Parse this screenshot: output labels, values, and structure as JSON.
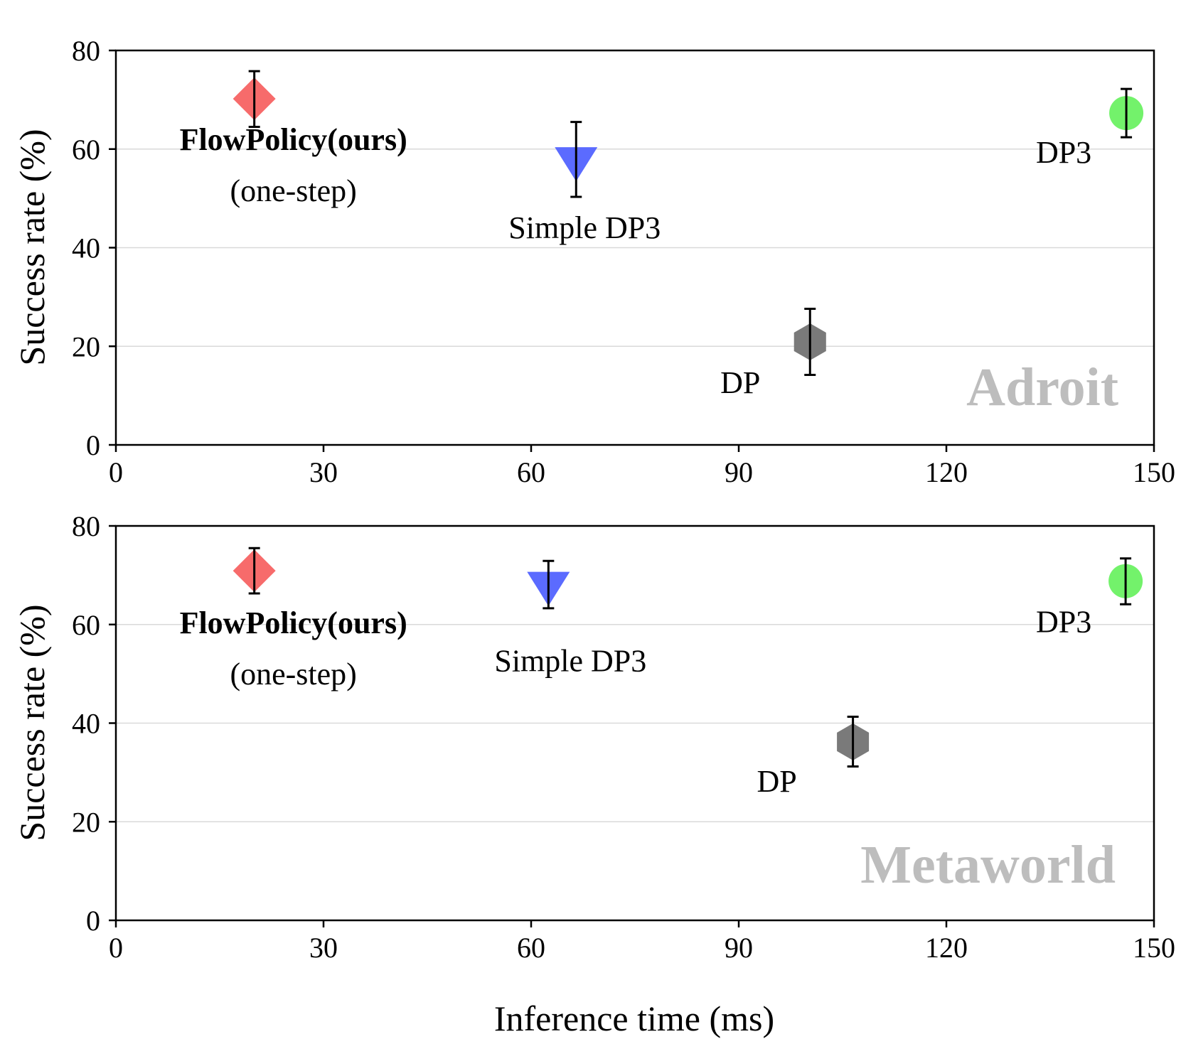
{
  "chart_data": [
    {
      "type": "scatter",
      "panel": "Adroit",
      "watermark": "Adroit",
      "xlabel": "",
      "ylabel": "Success rate (%)",
      "xlim": [
        0,
        150
      ],
      "ylim": [
        0,
        80
      ],
      "x_ticks": [
        "0",
        "30",
        "60",
        "90",
        "120",
        "150"
      ],
      "y_ticks": [
        "0",
        "20",
        "40",
        "60",
        "80"
      ],
      "grid": "horizontal",
      "points": [
        {
          "label": "FlowPolicy(ours)",
          "sublabel": "(one-step)",
          "x": 20,
          "y": 70.2,
          "err_low": 64.5,
          "err_high": 75.8,
          "marker": "diamond",
          "color": "#f76b6b",
          "bold": true
        },
        {
          "label": "Simple DP3",
          "sublabel": "",
          "x": 66.5,
          "y": 57.5,
          "err_low": 50.3,
          "err_high": 65.5,
          "marker": "triangle-down",
          "color": "#5b6bff",
          "bold": false
        },
        {
          "label": "DP",
          "sublabel": "",
          "x": 100.3,
          "y": 20.9,
          "err_low": 14.2,
          "err_high": 27.6,
          "marker": "hexagon",
          "color": "#7a7a7a",
          "bold": false
        },
        {
          "label": "DP3",
          "sublabel": "",
          "x": 146,
          "y": 67.3,
          "err_low": 62.4,
          "err_high": 72.2,
          "marker": "circle",
          "color": "#73f26b",
          "bold": false
        }
      ]
    },
    {
      "type": "scatter",
      "panel": "Metaworld",
      "watermark": "Metaworld",
      "xlabel": "Inference time (ms)",
      "ylabel": "Success rate (%)",
      "xlim": [
        0,
        150
      ],
      "ylim": [
        0,
        80
      ],
      "x_ticks": [
        "0",
        "30",
        "60",
        "90",
        "120",
        "150"
      ],
      "y_ticks": [
        "0",
        "20",
        "40",
        "60",
        "80"
      ],
      "grid": "horizontal",
      "points": [
        {
          "label": "FlowPolicy(ours)",
          "sublabel": "(one-step)",
          "x": 20,
          "y": 70.9,
          "err_low": 66.3,
          "err_high": 75.5,
          "marker": "diamond",
          "color": "#f76b6b",
          "bold": true
        },
        {
          "label": "Simple DP3",
          "sublabel": "",
          "x": 62.5,
          "y": 67.8,
          "err_low": 63.3,
          "err_high": 72.9,
          "marker": "triangle-down",
          "color": "#5b6bff",
          "bold": false
        },
        {
          "label": "DP",
          "sublabel": "",
          "x": 106.5,
          "y": 36.2,
          "err_low": 31.2,
          "err_high": 41.3,
          "marker": "hexagon",
          "color": "#7a7a7a",
          "bold": false
        },
        {
          "label": "DP3",
          "sublabel": "",
          "x": 145.9,
          "y": 68.8,
          "err_low": 64.1,
          "err_high": 73.4,
          "marker": "circle",
          "color": "#73f26b",
          "bold": false
        }
      ]
    }
  ]
}
